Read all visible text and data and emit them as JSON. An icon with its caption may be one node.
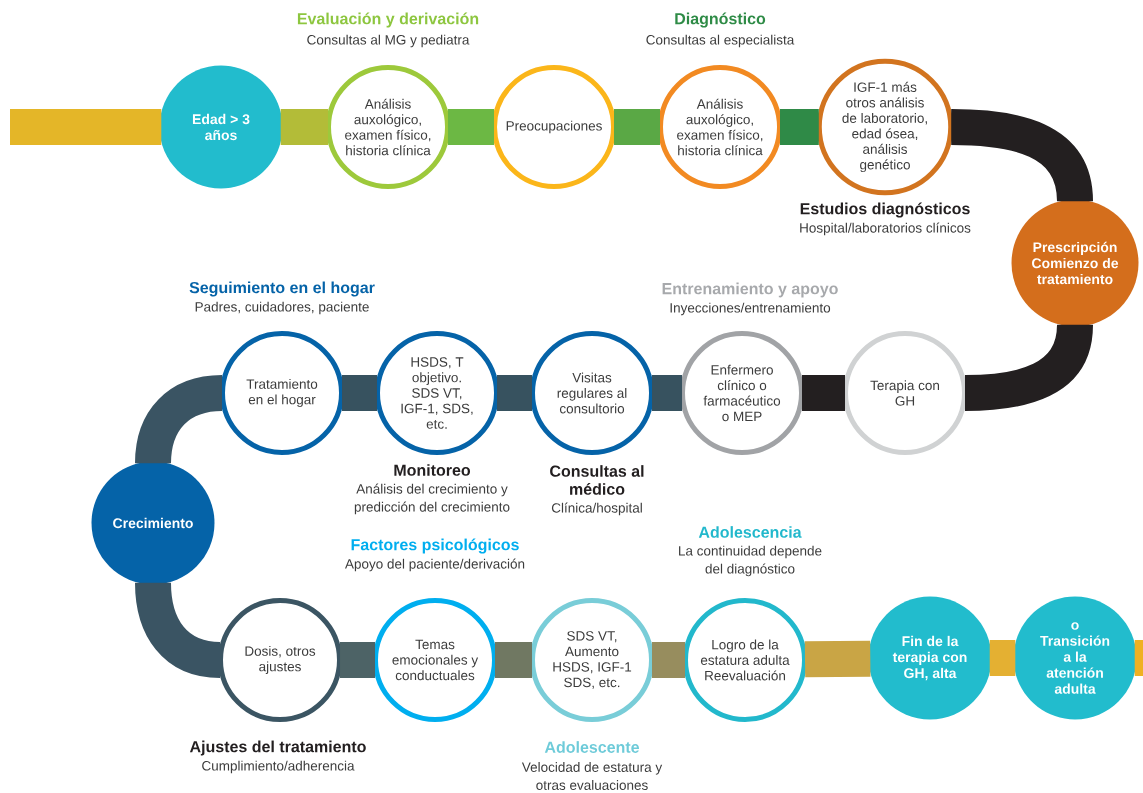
{
  "diagram": {
    "nodes": [
      {
        "text": [
          "Edad > 3 años"
        ]
      },
      {
        "text": [
          "Análisis auxológico, examen físico, historia clínica"
        ]
      },
      {
        "text": [
          "Preocupaciones"
        ]
      },
      {
        "text": [
          "Análisis auxológico, examen físico, historia clínica"
        ]
      },
      {
        "text": [
          "IGF-1 más otros análisis de laboratorio, edad ósea, análisis genético"
        ]
      },
      {
        "text": [
          "Prescripción Comienzo de tratamiento"
        ]
      },
      {
        "text": [
          "Terapia con GH"
        ]
      },
      {
        "text": [
          "Enfermero clínico o farmacéutico o MEP"
        ]
      },
      {
        "text": [
          "Visitas regulares al consultorio"
        ]
      },
      {
        "text": [
          "HSDS, T objetivo. SDS VT, IGF-1, SDS, etc."
        ]
      },
      {
        "text": [
          "Tratamiento en el hogar"
        ]
      },
      {
        "text": [
          "Crecimiento"
        ]
      },
      {
        "text": [
          "Dosis, otros ajustes"
        ]
      },
      {
        "text": [
          "Temas emocionales y conductuales"
        ]
      },
      {
        "text": [
          "SDS VT, Aumento HSDS, IGF-1 SDS, etc."
        ]
      },
      {
        "text": [
          "Logro de la estatura adulta Reevaluación"
        ]
      },
      {
        "text": [
          "Fin de la terapia con GH, alta"
        ]
      },
      {
        "text": [
          "o Transición a la atención adulta"
        ]
      }
    ],
    "edges": [
      {
        "from": null,
        "to": 0,
        "arrow": "none",
        "color": "#e4b628"
      },
      {
        "from": 0,
        "to": 1,
        "arrow": "none",
        "color": "#b3bc38"
      },
      {
        "from": 1,
        "to": 2,
        "arrow": "none",
        "color": "#6cb844"
      },
      {
        "from": 2,
        "to": 3,
        "arrow": "none",
        "color": "#5aa845"
      },
      {
        "from": 3,
        "to": 4,
        "arrow": "none",
        "color": "#2f8a47"
      },
      {
        "from": 4,
        "to": 5,
        "arrow": "none",
        "color": "#231f20"
      },
      {
        "from": 5,
        "to": 6,
        "arrow": "none",
        "color": "#231f20"
      },
      {
        "from": 6,
        "to": 7,
        "arrow": "none",
        "color": "#231f20"
      },
      {
        "from": 7,
        "to": 8,
        "arrow": "none",
        "color": "#37525f"
      },
      {
        "from": 8,
        "to": 9,
        "arrow": "none",
        "color": "#37525f"
      },
      {
        "from": 9,
        "to": 10,
        "arrow": "none",
        "color": "#37525f"
      },
      {
        "from": 10,
        "to": 11,
        "arrow": "none",
        "color": "#3a5463"
      },
      {
        "from": 11,
        "to": 12,
        "arrow": "none",
        "color": "#3a5463"
      },
      {
        "from": 12,
        "to": 13,
        "arrow": "none",
        "color": "#4d6366"
      },
      {
        "from": 13,
        "to": 14,
        "arrow": "none",
        "color": "#707862"
      },
      {
        "from": 14,
        "to": 15,
        "arrow": "none",
        "color": "#978d5e"
      },
      {
        "from": 15,
        "to": 16,
        "arrow": "none",
        "color": "#c9a545"
      },
      {
        "from": 16,
        "to": 17,
        "arrow": "none",
        "color": "#e4b032"
      },
      {
        "from": 17,
        "to": null,
        "arrow": "none",
        "color": "#efb122"
      }
    ],
    "labels": [
      "Evaluación y derivación",
      "Consultas al MG y pediatra",
      "Diagnóstico",
      "Consultas al especialista",
      "Estudios diagnósticos",
      "Hospital/laboratorios clínicos",
      "Seguimiento en el hogar",
      "Padres, cuidadores, paciente",
      "Entrenamiento y apoyo",
      "Inyecciones/entrenamiento",
      "Monitoreo",
      "Análisis del crecimiento y predicción del crecimiento",
      "Consultas al médico",
      "Clínica/hospital",
      "Adolescencia",
      "La continuidad depende del diagnóstico",
      "Factores psicológicos",
      "Apoyo del paciente/derivación",
      "Ajustes del tratamiento",
      "Cumplimiento/adherencia",
      "Adolescente",
      "Velocidad de estatura y otras evaluaciones"
    ]
  }
}
